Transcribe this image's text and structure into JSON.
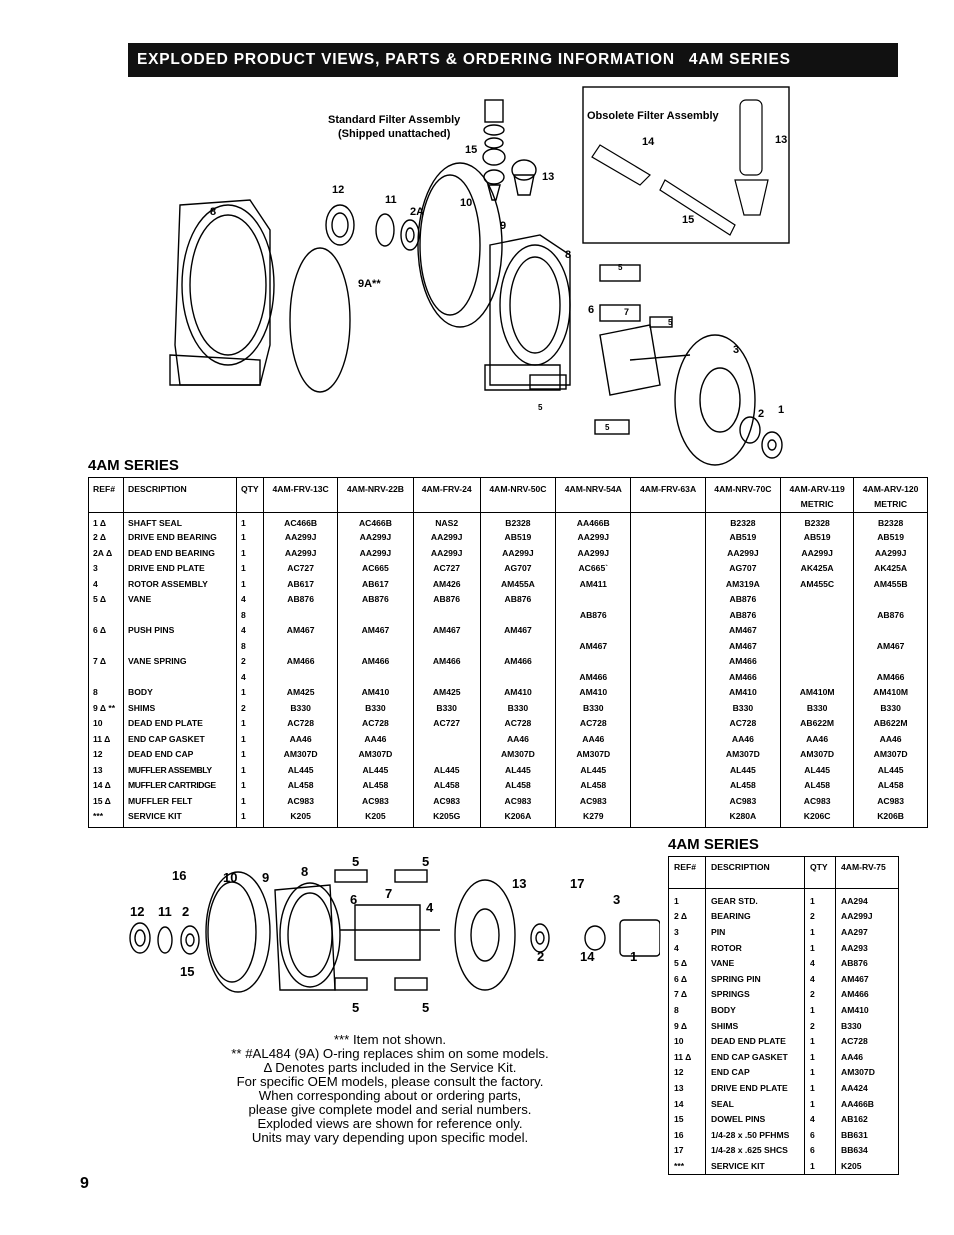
{
  "header": {
    "title": "EXPLODED PRODUCT VIEWS, PARTS & ORDERING INFORMATION",
    "series": "4AM SERIES"
  },
  "diagram_top": {
    "standard_filter_label_1": "Standard Filter Assembly",
    "standard_filter_label_2": "(Shipped unattached)",
    "obsolete_filter_label": "Obsolete Filter Assembly",
    "callouts": [
      "8",
      "12",
      "11",
      "2A",
      "10",
      "9",
      "15",
      "13",
      "9A**",
      "8",
      "5",
      "6",
      "7",
      "5",
      "3",
      "5",
      "2",
      "1",
      "5",
      "14",
      "13",
      "15"
    ]
  },
  "table_main": {
    "title": "4AM SERIES",
    "headers": [
      "REF#",
      "DESCRIPTION",
      "QTY",
      "4AM-FRV-13C",
      "4AM-NRV-22B",
      "4AM-FRV-24",
      "4AM-NRV-50C",
      "4AM-NRV-54A",
      "4AM-FRV-63A",
      "4AM-NRV-70C",
      "4AM-ARV-119",
      "4AM-ARV-120"
    ],
    "headers_sub": [
      "",
      "",
      "",
      "",
      "",
      "",
      "",
      "",
      "",
      "",
      "METRIC",
      "METRIC"
    ],
    "rows": [
      [
        "1 Δ",
        "SHAFT SEAL",
        "1",
        "AC466B",
        "AC466B",
        "NAS2",
        "B2328",
        "AA466B",
        "",
        "B2328",
        "B2328",
        "B2328"
      ],
      [
        "2 Δ",
        "DRIVE END BEARING",
        "1",
        "AA299J",
        "AA299J",
        "AA299J",
        "AB519",
        "AA299J",
        "",
        "AB519",
        "AB519",
        "AB519"
      ],
      [
        "2A Δ",
        "DEAD END BEARING",
        "1",
        "AA299J",
        "AA299J",
        "AA299J",
        "AA299J",
        "AA299J",
        "",
        "AA299J",
        "AA299J",
        "AA299J"
      ],
      [
        "3",
        "DRIVE END PLATE",
        "1",
        "AC727",
        "AC665",
        "AC727",
        "AG707",
        "AC665`",
        "",
        "AG707",
        "AK425A",
        "AK425A"
      ],
      [
        "4",
        "ROTOR ASSEMBLY",
        "1",
        "AB617",
        "AB617",
        "AM426",
        "AM455A",
        "AM411",
        "",
        "AM319A",
        "AM455C",
        "AM455B"
      ],
      [
        "5 Δ",
        "VANE",
        "4",
        "AB876",
        "AB876",
        "AB876",
        "AB876",
        "",
        "",
        "AB876",
        "",
        ""
      ],
      [
        "",
        "",
        "8",
        "",
        "",
        "",
        "",
        "AB876",
        "",
        "AB876",
        "",
        "AB876"
      ],
      [
        "6 Δ",
        "PUSH PINS",
        "4",
        "AM467",
        "AM467",
        "AM467",
        "AM467",
        "",
        "",
        "AM467",
        "",
        ""
      ],
      [
        "",
        "",
        "8",
        "",
        "",
        "",
        "",
        "AM467",
        "",
        "AM467",
        "",
        "AM467"
      ],
      [
        "7 Δ",
        "VANE SPRING",
        "2",
        "AM466",
        "AM466",
        "AM466",
        "AM466",
        "",
        "",
        "AM466",
        "",
        ""
      ],
      [
        "",
        "",
        "4",
        "",
        "",
        "",
        "",
        "AM466",
        "",
        "AM466",
        "",
        "AM466"
      ],
      [
        "8",
        "BODY",
        "1",
        "AM425",
        "AM410",
        "AM425",
        "AM410",
        "AM410",
        "",
        "AM410",
        "AM410M",
        "AM410M"
      ],
      [
        "9 Δ **",
        "SHIMS",
        "2",
        "B330",
        "B330",
        "B330",
        "B330",
        "B330",
        "",
        "B330",
        "B330",
        "B330"
      ],
      [
        "10",
        "DEAD END PLATE",
        "1",
        "AC728",
        "AC728",
        "AC727",
        "AC728",
        "AC728",
        "",
        "AC728",
        "AB622M",
        "AB622M"
      ],
      [
        "11 Δ",
        "END CAP GASKET",
        "1",
        "AA46",
        "AA46",
        "",
        "AA46",
        "AA46",
        "",
        "AA46",
        "AA46",
        "AA46"
      ],
      [
        "12",
        "DEAD END CAP",
        "1",
        "AM307D",
        "AM307D",
        "",
        "AM307D",
        "AM307D",
        "",
        "AM307D",
        "AM307D",
        "AM307D"
      ],
      [
        "13",
        "MUFFLER ASSEMBLY",
        "1",
        "AL445",
        "AL445",
        "AL445",
        "AL445",
        "AL445",
        "",
        "AL445",
        "AL445",
        "AL445"
      ],
      [
        "14 Δ",
        "MUFFLER CARTRIDGE",
        "1",
        "AL458",
        "AL458",
        "AL458",
        "AL458",
        "AL458",
        "",
        "AL458",
        "AL458",
        "AL458"
      ],
      [
        "15 Δ",
        "MUFFLER FELT",
        "1",
        "AC983",
        "AC983",
        "AC983",
        "AC983",
        "AC983",
        "",
        "AC983",
        "AC983",
        "AC983"
      ],
      [
        "***",
        "SERVICE KIT",
        "1",
        "K205",
        "K205",
        "K205G",
        "K206A",
        "K279",
        "",
        "K280A",
        "K206C",
        "K206B"
      ]
    ]
  },
  "diagram_bottom": {
    "callouts": [
      "16",
      "10",
      "9",
      "8",
      "5",
      "5",
      "13",
      "17",
      "3",
      "12",
      "11",
      "2",
      "6",
      "7",
      "4",
      "15",
      "5",
      "5",
      "2",
      "14",
      "1"
    ]
  },
  "table_rv": {
    "title": "4AM SERIES",
    "headers": [
      "REF#",
      "DESCRIPTION",
      "QTY",
      "4AM-RV-75"
    ],
    "rows": [
      [
        "1",
        "GEAR STD.",
        "1",
        "AA294"
      ],
      [
        "2 Δ",
        "BEARING",
        "2",
        "AA299J"
      ],
      [
        "3",
        "PIN",
        "1",
        "AA297"
      ],
      [
        "4",
        "ROTOR",
        "1",
        "AA293"
      ],
      [
        "5 Δ",
        "VANE",
        "4",
        "AB876"
      ],
      [
        "6 Δ",
        "SPRING PIN",
        "4",
        "AM467"
      ],
      [
        "7 Δ",
        "SPRINGS",
        "2",
        "AM466"
      ],
      [
        "8",
        "BODY",
        "1",
        "AM410"
      ],
      [
        "9 Δ",
        "SHIMS",
        "2",
        "B330"
      ],
      [
        "10",
        "DEAD END PLATE",
        "1",
        "AC728"
      ],
      [
        "11 Δ",
        "END CAP GASKET",
        "1",
        "AA46"
      ],
      [
        "12",
        "END CAP",
        "1",
        "AM307D"
      ],
      [
        "13",
        "DRIVE END PLATE",
        "1",
        "AA424"
      ],
      [
        "14",
        "SEAL",
        "1",
        "AA466B"
      ],
      [
        "15",
        "DOWEL PINS",
        "4",
        "AB162"
      ],
      [
        "16",
        "1/4-28 x .50 PFHMS",
        "6",
        "BB631"
      ],
      [
        "17",
        "1/4-28 x .625 SHCS",
        "6",
        "BB634"
      ],
      [
        "***",
        "SERVICE KIT",
        "1",
        "K205"
      ]
    ]
  },
  "notes": [
    "***  Item not shown.",
    "**  #AL484 (9A) O-ring replaces shim on some models.",
    "Δ  Denotes parts included in the Service Kit.",
    "For specific OEM models, please consult the factory.",
    "When corresponding about or ordering parts,",
    "please give complete model and serial numbers.",
    "Exploded views are shown for reference only.",
    "Units may vary depending upon specific model."
  ],
  "page_number": "9"
}
